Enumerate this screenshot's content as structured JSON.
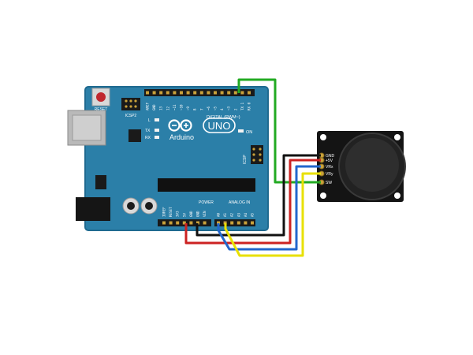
{
  "board": {
    "reset_label": "RESET",
    "icsp2_label": "ICSP2",
    "digital_label": "DIGITAL (PWM~)",
    "tx_label": "TX",
    "rx_label": "RX",
    "l_label": "L",
    "brand_label": "Arduino",
    "model_label": "UNO",
    "on_label": "ON",
    "icsp_label": "ICSP",
    "power_label": "POWER",
    "analog_label": "ANALOG IN",
    "digital_pins": [
      "AREF",
      "GND",
      "13",
      "12",
      "~11",
      "~10",
      "~9",
      "8",
      "7",
      "~6",
      "~5",
      "4",
      "~3",
      "2",
      "TX 1",
      "RX 0"
    ],
    "power_pins": [
      "IOREF",
      "RESET",
      "3V3",
      "5V",
      "GND",
      "GND",
      "VIN"
    ],
    "analog_pins": [
      "A0",
      "A1",
      "A2",
      "A3",
      "A4",
      "A5"
    ]
  },
  "joystick": {
    "pins": [
      "GND",
      "+5V",
      "VRx",
      "VRy",
      "SW"
    ]
  },
  "wires": [
    {
      "color": "#22aa22",
      "from": "digital-2",
      "to": "SW"
    },
    {
      "color": "#111111",
      "from": "GND",
      "to": "GND"
    },
    {
      "color": "#cc2222",
      "from": "5V",
      "to": "+5V"
    },
    {
      "color": "#2266cc",
      "from": "A0",
      "to": "VRx"
    },
    {
      "color": "#e8e000",
      "from": "A1",
      "to": "VRy"
    }
  ],
  "colors": {
    "board": "#2b7fa8",
    "board_edge": "#1f6a90",
    "header": "#1a1a1a",
    "module": "#141414"
  }
}
